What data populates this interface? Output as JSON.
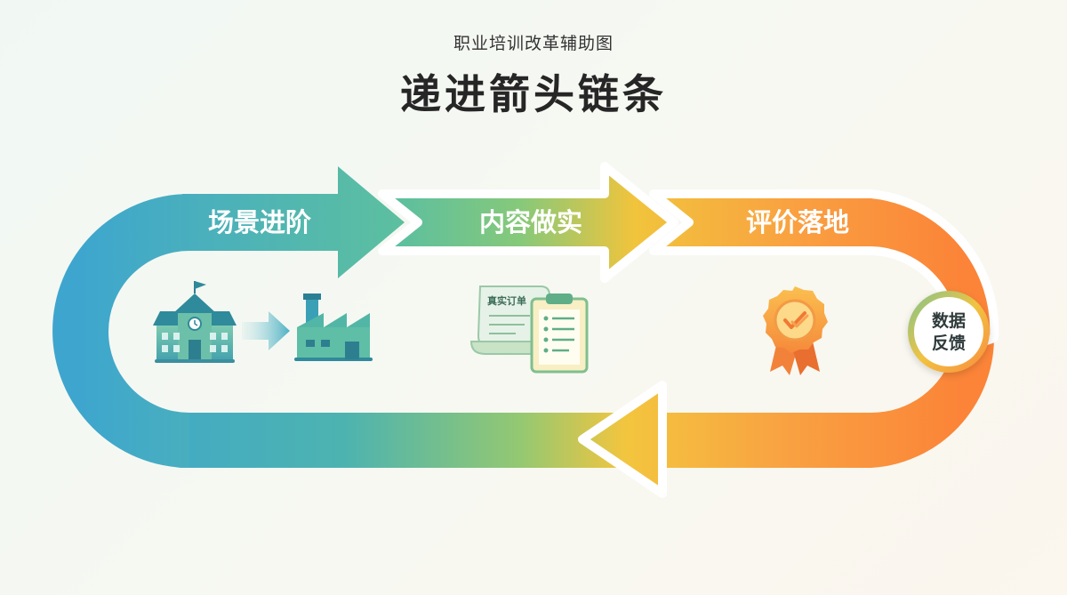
{
  "header": {
    "subtitle": "职业培训改革辅助图",
    "title": "递进箭头链条"
  },
  "stages": [
    {
      "label": "场景进阶",
      "icon": "school-to-factory-icon"
    },
    {
      "label": "内容做实",
      "icon": "real-order-document-icon"
    },
    {
      "label": "评价落地",
      "icon": "award-badge-icon"
    }
  ],
  "document_label": "真实订单",
  "feedback": {
    "line1": "数据",
    "line2": "反馈"
  },
  "colors": {
    "blue": "#47a8c6",
    "green": "#69c49a",
    "yellow": "#f2c43f",
    "orange": "#fb8b3f"
  }
}
